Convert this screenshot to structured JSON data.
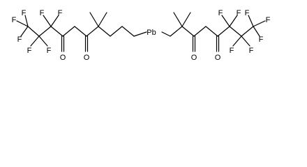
{
  "structure": {
    "left_ligand": {
      "fluorines": [
        "F",
        "F",
        "F",
        "F",
        "F",
        "F",
        "F"
      ],
      "oxygens": [
        "O",
        "O"
      ]
    },
    "center_atom": "Pb",
    "right_ligand": {
      "fluorines": [
        "F",
        "F",
        "F",
        "F",
        "F",
        "F",
        "F"
      ],
      "oxygens": [
        "O",
        "O"
      ]
    }
  }
}
